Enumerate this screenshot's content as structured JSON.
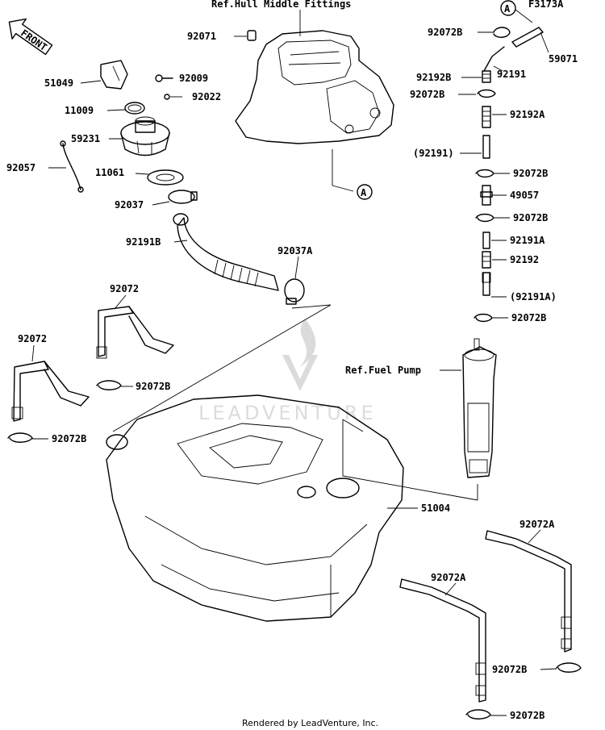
{
  "diagram": {
    "code": "F3173A",
    "front_label": "FRONT",
    "ref_hull": "Ref.Hull Middle Fittings",
    "ref_pump": "Ref.Fuel Pump",
    "ref_marker": "A",
    "watermark": "LEADVENTURE",
    "footer": "Rendered by LeadVenture, Inc."
  },
  "labels": [
    {
      "id": "p92071",
      "text": "92071"
    },
    {
      "id": "p51049",
      "text": "51049"
    },
    {
      "id": "p92009",
      "text": "92009"
    },
    {
      "id": "p11009",
      "text": "11009"
    },
    {
      "id": "p92022",
      "text": "92022"
    },
    {
      "id": "p59231",
      "text": "59231"
    },
    {
      "id": "p92057",
      "text": "92057"
    },
    {
      "id": "p11061",
      "text": "11061"
    },
    {
      "id": "p92037",
      "text": "92037"
    },
    {
      "id": "p92191B",
      "text": "92191B"
    },
    {
      "id": "p92037A",
      "text": "92037A"
    },
    {
      "id": "p92072a",
      "text": "92072"
    },
    {
      "id": "p92072b",
      "text": "92072"
    },
    {
      "id": "p92072B1",
      "text": "92072B"
    },
    {
      "id": "p92072B2",
      "text": "92072B"
    },
    {
      "id": "p51004",
      "text": "51004"
    },
    {
      "id": "p92072A1",
      "text": "92072A"
    },
    {
      "id": "p92072A2",
      "text": "92072A"
    },
    {
      "id": "p92072B3",
      "text": "92072B"
    },
    {
      "id": "p92072B4",
      "text": "92072B"
    },
    {
      "id": "p92072B5",
      "text": "92072B"
    },
    {
      "id": "p59071",
      "text": "59071"
    },
    {
      "id": "p92192B",
      "text": "92192B"
    },
    {
      "id": "p92191",
      "text": "92191"
    },
    {
      "id": "p92072B6",
      "text": "92072B"
    },
    {
      "id": "p92192A",
      "text": "92192A"
    },
    {
      "id": "p92191p",
      "text": "(92191)"
    },
    {
      "id": "p92072B7",
      "text": "92072B"
    },
    {
      "id": "p49057",
      "text": "49057"
    },
    {
      "id": "p92072B8",
      "text": "92072B"
    },
    {
      "id": "p92191A",
      "text": "92191A"
    },
    {
      "id": "p92192",
      "text": "92192"
    },
    {
      "id": "p92191Ap",
      "text": "(92191A)"
    },
    {
      "id": "p92072B9",
      "text": "92072B"
    }
  ]
}
